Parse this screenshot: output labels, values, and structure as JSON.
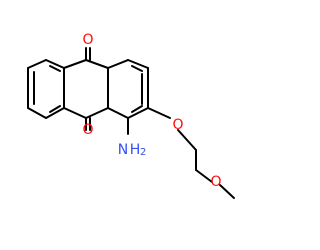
{
  "molecule": {
    "atoms": {
      "ketone_top_o": "O",
      "ketone_bottom_o": "O",
      "amine_n": "N",
      "amine_h": "H",
      "amine_h_count": "2",
      "ether_o1": "O",
      "ether_o2": "O"
    },
    "colors": {
      "bond": "#000000",
      "oxygen": "#ff0d0d",
      "nitrogen": "#3050f8"
    }
  }
}
